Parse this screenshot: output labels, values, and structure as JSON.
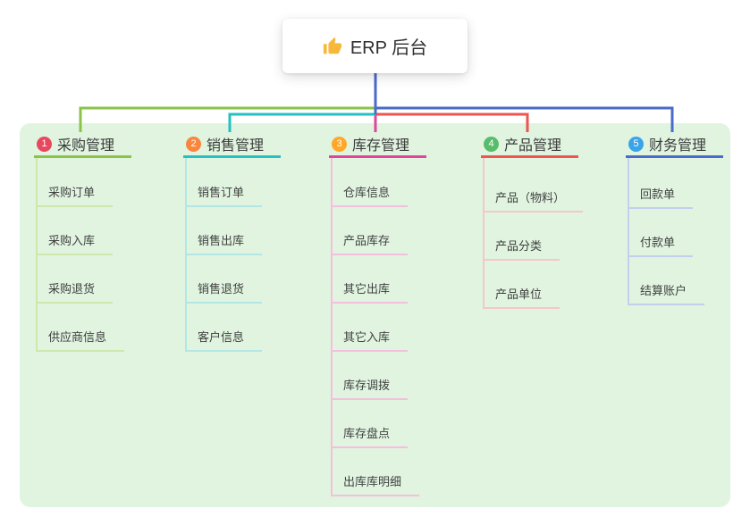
{
  "root": {
    "label": "ERP 后台",
    "icon": "thumbs-up"
  },
  "branches": [
    {
      "badge": "1",
      "label": "采购管理",
      "color": "#8bc34a",
      "badge_color": "#e8485f",
      "child_color": "#cde7ac",
      "children": [
        "采购订单",
        "采购入库",
        "采购退货",
        "供应商信息"
      ]
    },
    {
      "badge": "2",
      "label": "销售管理",
      "color": "#23c1c1",
      "badge_color": "#f8863d",
      "child_color": "#b3e6e6",
      "children": [
        "销售订单",
        "销售出库",
        "销售退货",
        "客户信息"
      ]
    },
    {
      "badge": "3",
      "label": "库存管理",
      "color": "#e0459a",
      "badge_color": "#ffa726",
      "child_color": "#f4bfdc",
      "children": [
        "仓库信息",
        "产品库存",
        "其它出库",
        "其它入库",
        "库存调拨",
        "库存盘点",
        "出库库明细"
      ]
    },
    {
      "badge": "4",
      "label": "产品管理",
      "color": "#ee5450",
      "badge_color": "#58bd6a",
      "child_color": "#f7c6c5",
      "children": [
        "产品（物料）",
        "产品分类",
        "产品单位"
      ]
    },
    {
      "badge": "5",
      "label": "财务管理",
      "color": "#4a6bcb",
      "badge_color": "#3aa4e8",
      "child_color": "#c4cfee",
      "children": [
        "回款单",
        "付款单",
        "结算账户"
      ]
    }
  ],
  "colors": {
    "panel_bg": "#e0f4e0",
    "stem": "#4a6bcb",
    "icon": "#f6b93b"
  }
}
